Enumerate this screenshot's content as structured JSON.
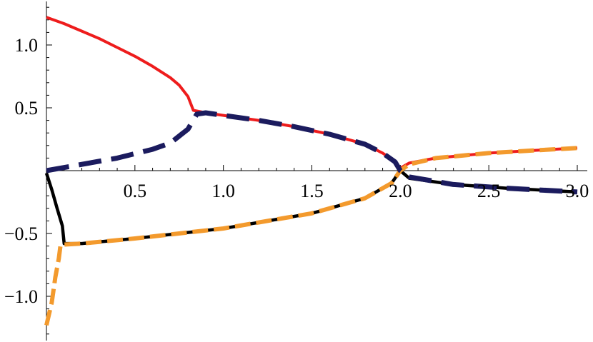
{
  "chart_data": {
    "type": "line",
    "title": "",
    "xlabel": "",
    "ylabel": "",
    "xlim": [
      0,
      3.05
    ],
    "ylim": [
      -1.3,
      1.3
    ],
    "grid": false,
    "legend": "none",
    "x_ticks": [
      {
        "value": 0.5,
        "label": "0.5"
      },
      {
        "value": 1.0,
        "label": "1.0"
      },
      {
        "value": 1.5,
        "label": "1.5"
      },
      {
        "value": 2.0,
        "label": "2.0"
      },
      {
        "value": 2.5,
        "label": "2.5"
      },
      {
        "value": 3.0,
        "label": "3.0"
      }
    ],
    "y_ticks": [
      {
        "value": -1.0,
        "label": "−1.0"
      },
      {
        "value": -0.5,
        "label": "−0.5"
      },
      {
        "value": 0.5,
        "label": "0.5"
      },
      {
        "value": 1.0,
        "label": "1.0"
      }
    ],
    "series": [
      {
        "color": "#ee1c1c",
        "style": "solid",
        "points": [
          [
            0,
            1.22
          ],
          [
            0.1,
            1.17
          ],
          [
            0.2,
            1.11
          ],
          [
            0.3,
            1.05
          ],
          [
            0.4,
            0.98
          ],
          [
            0.5,
            0.91
          ],
          [
            0.6,
            0.83
          ],
          [
            0.7,
            0.74
          ],
          [
            0.75,
            0.68
          ],
          [
            0.8,
            0.59
          ],
          [
            0.83,
            0.48
          ],
          [
            0.9,
            0.46
          ],
          [
            1.0,
            0.44
          ],
          [
            1.2,
            0.4
          ],
          [
            1.4,
            0.35
          ],
          [
            1.6,
            0.29
          ],
          [
            1.8,
            0.21
          ],
          [
            1.9,
            0.14
          ],
          [
            1.97,
            0.07
          ],
          [
            2.0,
            0.02
          ],
          [
            2.05,
            0.06
          ],
          [
            2.2,
            0.1
          ],
          [
            2.5,
            0.14
          ],
          [
            2.75,
            0.16
          ],
          [
            3.0,
            0.18
          ]
        ]
      },
      {
        "color": "#000000",
        "style": "solid",
        "points": [
          [
            0,
            -0.02
          ],
          [
            0.03,
            -0.15
          ],
          [
            0.06,
            -0.3
          ],
          [
            0.09,
            -0.44
          ],
          [
            0.1,
            -0.58
          ],
          [
            0.2,
            -0.58
          ],
          [
            0.5,
            -0.54
          ],
          [
            1.0,
            -0.46
          ],
          [
            1.5,
            -0.34
          ],
          [
            1.8,
            -0.22
          ],
          [
            1.95,
            -0.1
          ],
          [
            2.0,
            0.0
          ],
          [
            2.05,
            -0.06
          ],
          [
            2.3,
            -0.11
          ],
          [
            2.6,
            -0.14
          ],
          [
            3.0,
            -0.17
          ]
        ]
      },
      {
        "color": "#1b1b5e",
        "style": "dashed",
        "points": [
          [
            0,
            0.0
          ],
          [
            0.2,
            0.05
          ],
          [
            0.4,
            0.1
          ],
          [
            0.6,
            0.17
          ],
          [
            0.7,
            0.22
          ],
          [
            0.8,
            0.33
          ],
          [
            0.85,
            0.45
          ],
          [
            0.9,
            0.46
          ],
          [
            1.0,
            0.44
          ],
          [
            1.2,
            0.4
          ],
          [
            1.4,
            0.35
          ],
          [
            1.6,
            0.29
          ],
          [
            1.8,
            0.21
          ],
          [
            1.9,
            0.14
          ],
          [
            1.97,
            0.07
          ],
          [
            2.0,
            0.0
          ],
          [
            2.05,
            -0.05
          ],
          [
            2.3,
            -0.11
          ],
          [
            2.6,
            -0.14
          ],
          [
            3.0,
            -0.17
          ]
        ]
      },
      {
        "color": "#f39a2d",
        "style": "dashed",
        "points": [
          [
            0,
            -1.23
          ],
          [
            0.03,
            -1.05
          ],
          [
            0.05,
            -0.85
          ],
          [
            0.07,
            -0.7
          ],
          [
            0.08,
            -0.59
          ],
          [
            0.2,
            -0.58
          ],
          [
            0.5,
            -0.54
          ],
          [
            1.0,
            -0.46
          ],
          [
            1.5,
            -0.34
          ],
          [
            1.8,
            -0.22
          ],
          [
            1.95,
            -0.1
          ],
          [
            2.0,
            0.0
          ],
          [
            2.05,
            0.05
          ],
          [
            2.2,
            0.1
          ],
          [
            2.5,
            0.14
          ],
          [
            2.75,
            0.16
          ],
          [
            3.0,
            0.18
          ]
        ]
      }
    ]
  }
}
